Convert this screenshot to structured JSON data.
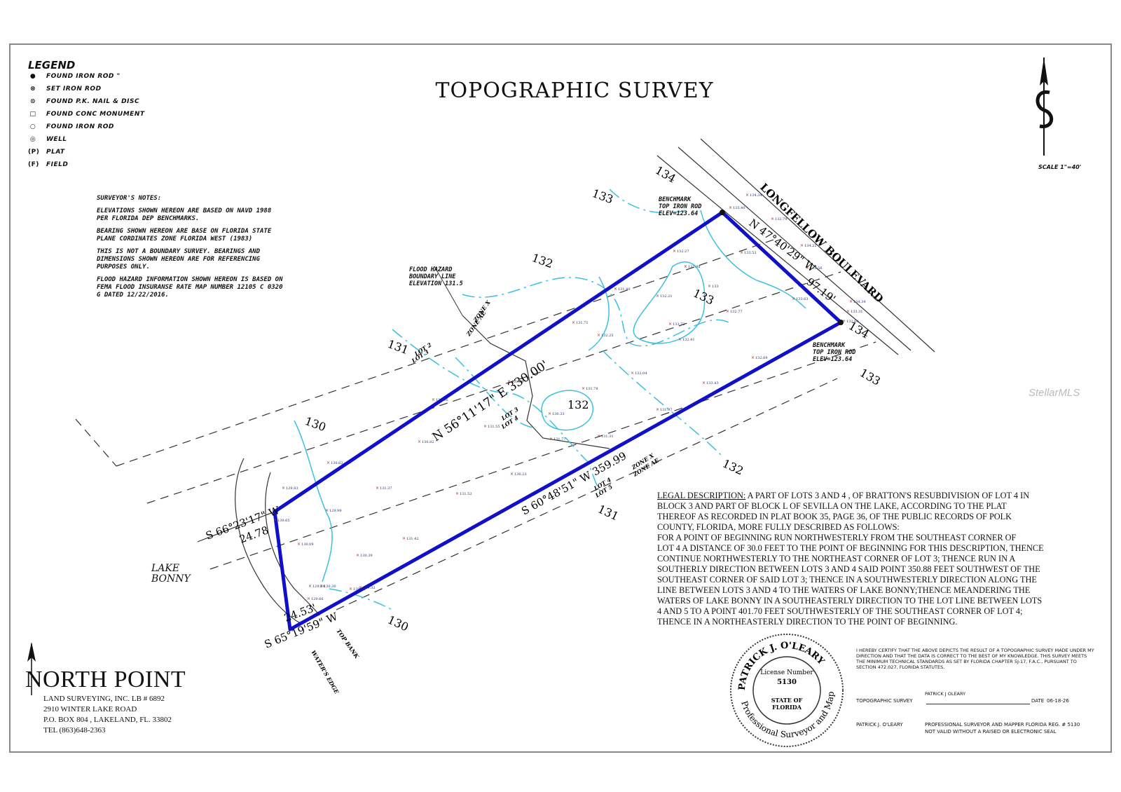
{
  "title": "TOPOGRAPHIC SURVEY",
  "legend": {
    "heading": "LEGEND",
    "items": [
      {
        "symbol": "●",
        "label": "FOUND IRON ROD \""
      },
      {
        "symbol": "⊗",
        "label": "SET IRON ROD"
      },
      {
        "symbol": "⊙",
        "label": "FOUND P.K. NAIL & DISC"
      },
      {
        "symbol": "□",
        "label": "FOUND CONC MONUMENT"
      },
      {
        "symbol": "○",
        "label": "FOUND IRON ROD"
      },
      {
        "symbol": "◎",
        "label": "WELL"
      },
      {
        "symbol": "(P)",
        "label": "PLAT"
      },
      {
        "symbol": "(F)",
        "label": "FIELD"
      }
    ]
  },
  "scale": "SCALE 1\"=40'",
  "notes": {
    "heading": "SURVEYOR'S NOTES:",
    "paragraphs": [
      "ELEVATIONS SHOWN HEREON ARE BASED ON NAVD 1988 PER FLORIDA DEP BENCHMARKS.",
      "BEARING SHOWN HEREON ARE BASE ON FLORIDA STATE PLANE CORDINATES ZONE FLORIDA WEST (1983)",
      "THIS IS NOT A BOUNDARY SURVEY.  BEARINGS AND DIMENSIONS SHOWN HEREON ARE FOR REFERENCING PURPOSES ONLY.",
      "FLOOD HAZARD INFORMATION SHOWN HEREON IS BASED ON FEMA FLOOD INSURANSE RATE MAP NUMBER 12105 C 0320 G DATED 12/22/2016."
    ]
  },
  "flood_label": [
    "FLOOD HAZARD",
    "BOUNDARY LINE",
    "ELEVATION 131.5"
  ],
  "benchmark_north": [
    "BENCHMARK",
    "TOP IRON ROD",
    "ELEV=123.64"
  ],
  "benchmark_south": [
    "BENCHMARK",
    "TOP IRON ROD",
    "ELEV=123.64"
  ],
  "road": "LONGFELLOW BOULEVARD",
  "lake": [
    "LAKE",
    "BONNY"
  ],
  "bearings": {
    "north_line": "N 56°11'17\" E 330.00'",
    "east_line": "N 47°40'29\" W",
    "east_dist": "97.19'",
    "south_line": "S 60°48'51\" W 359.99",
    "west_top": "S 66°23'17\" W",
    "west_top_dist": "24.78",
    "west_bottom_dist": "24.53'",
    "west_bottom": "S 65°19'59\" W"
  },
  "contours": [
    "134",
    "133",
    "132",
    "133",
    "131",
    "130",
    "132",
    "132",
    "134",
    "133",
    "131",
    "130"
  ],
  "zones": [
    "ZONE X",
    "ZONE AE",
    "LOT 2",
    "LOT 3",
    "LOT 3",
    "LOT 4",
    "ZONE X",
    "ZONE AE",
    "LOT 4",
    "LOT 5"
  ],
  "edges": [
    "TOP BANK",
    "WATER'S EDGE"
  ],
  "spot_elevations": [
    "134.34",
    "133.40",
    "132.79",
    "132.27",
    "133.53",
    "132.98",
    "134.22",
    "133.56",
    "131.40",
    "132.21",
    "133",
    "133.63",
    "134.34",
    "133.31",
    "132.77",
    "132.64",
    "133.72",
    "132.41",
    "131.71",
    "132.25",
    "132.69",
    "132.04",
    "133.43",
    "131.89",
    "131.78",
    "130.33",
    "131.97",
    "130.66",
    "131.55",
    "130.82",
    "131.77",
    "131.31",
    "130.62",
    "129.83",
    "131.37",
    "130.23",
    "131.52",
    "129.99",
    "130.65",
    "130.09",
    "131.42",
    "130.39",
    "129.84",
    "130.30",
    "129.32",
    "129.66",
    "130.44"
  ],
  "legal": {
    "heading": "LEGAL DESCRIPTION:",
    "lines": [
      " A PART OF LOTS 3 AND 4 , OF BRATTON'S RESUBDIVISION OF LOT 4 IN",
      "BLOCK 3 AND PART OF BLOCK L OF SEVILLA ON THE LAKE, ACCORDING TO THE PLAT",
      "THEREOF AS RECORDED IN PLAT BOOK 35, PAGE 36, OF THE PUBLIC RECORDS OF POLK",
      "COUNTY, FLORIDA, MORE FULLY DESCRIBED AS FOLLOWS:",
      "     FOR A POINT OF BEGINNING RUN NORTHWESTERLY FROM THE SOUTHEAST CORNER OF",
      "LOT 4 A DISTANCE OF 30.0 FEET TO THE POINT OF BEGINNING FOR THIS DESCRIPTION, THENCE",
      "CONTINUE NORTHWESTERLY TO THE NORTHEAST CORNER OF LOT 3; THENCE RUN IN A",
      "SOUTHERLY DIRECTION BETWEEN LOTS 3 AND 4 SAID POINT 350.88 FEET SOUTHWEST OF THE",
      "SOUTHEAST CORNER OF SAID LOT 3; THENCE IN A SOUTHWESTERLY DIRECTION ALONG THE",
      "LINE BETWEEN LOTS 3 AND 4 TO THE WATERS OF LAKE BONNY;THENCE MEANDERING THE",
      "WATERS OF LAKE BONNY IN A SOUTHEASTERLY DIRECTION TO THE LOT LINE BETWEEN LOTS",
      "4 AND 5 TO A POINT 401.70 FEET SOUTHWESTERLY OF THE SOUTHEAST CORNER OF LOT 4;",
      "THENCE IN A NORTHEASTERLY DIRECTION TO THE POINT OF BEGINNING."
    ]
  },
  "seal": {
    "name": "PATRICK J. O'LEARY",
    "license_label": "License Number",
    "license": "5130",
    "state": [
      "STATE OF",
      "FLORIDA"
    ],
    "bottom": "Professional Surveyor and Mapper"
  },
  "certification": {
    "text": "I HEREBY CERTIFY THAT THE ABOVE DEPICTS THE RESULT OF A TOPOGRAPHIC SURVEY MADE UNDER MY DIRECTION AND THAT THE DATA IS  CORRECT TO THE BEST OF MY KNOWLEDGE.  THIS SURVEY  MEETS THE MINIMUM TECHNICAL STANDARDS AS SET BY FLORIDA CHAPTER 5J-17, F.A.C., PURSUANT TO SECTION 472.027, FLORIDA STATUTES.",
    "survey_label": "TOPOGRAPHIC SURVEY",
    "signature": "PATRICK J OLEARY",
    "date_label": "DATE",
    "date": "06-18-26",
    "surveyor": "PATRICK J. O'LEARY",
    "reg": "PROFESSIONAL SURVEYOR AND MAPPER  FLORIDA REG. # 5130",
    "seal_note": "NOT VALID WITHOUT A RAISED  OR ELECTRONIC SEAL"
  },
  "company": {
    "name": "NORTH POINT",
    "lines": [
      "LAND SURVEYING, INC.  LB # 6892",
      "2910 WINTER LAKE ROAD",
      "P.O. BOX 804 , LAKELAND, FL. 33802",
      "TEL (863)648-2363"
    ]
  },
  "watermark": "StellarMLS",
  "colors": {
    "boundary": "#1010c8",
    "contour": "#3cc0e0",
    "spot": "#c02020",
    "lines": "#333333"
  }
}
